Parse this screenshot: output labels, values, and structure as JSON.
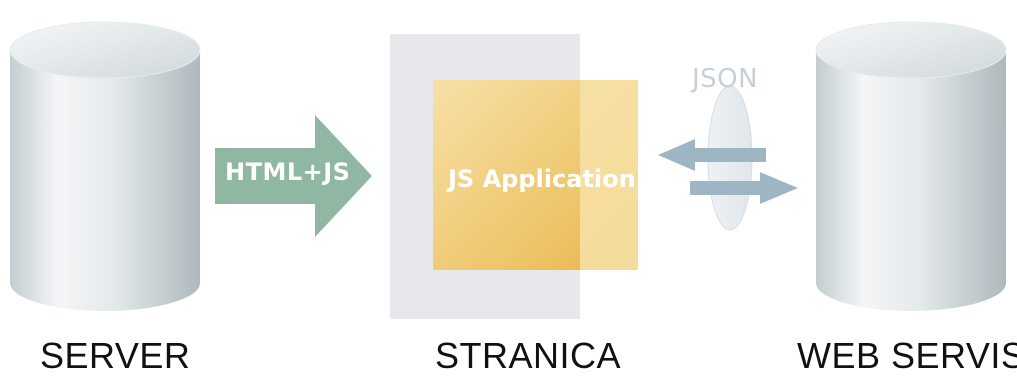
{
  "nodes": {
    "server": {
      "label": "SERVER"
    },
    "page": {
      "label": "STRANICA",
      "app_label": "JS Application"
    },
    "web_services": {
      "label": "WEB SERVISI"
    }
  },
  "connections": {
    "server_to_page": {
      "label": "HTML+JS"
    },
    "page_web_exchange": {
      "label": "JSON"
    }
  },
  "colors": {
    "cylinder_light": "#f1f4f5",
    "cylinder_dark": "#b9c4c7",
    "page_frame": "#e6e8ec",
    "app_light": "#f6dc9a",
    "app_dark": "#e9b84f",
    "arrow_green": "#8fb7a2",
    "json_arrow": "#9eb5c3",
    "json_text": "#c7d0d8"
  }
}
